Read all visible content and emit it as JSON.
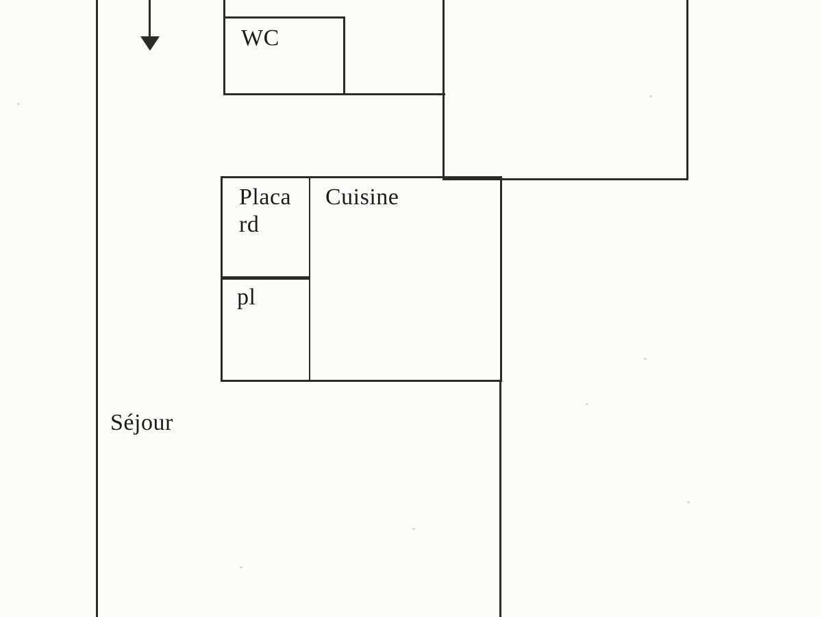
{
  "plan": {
    "background_color": "#fcfcfb",
    "wall_color": "#2b2a28",
    "text_color": "#1e1c1b",
    "entrance_arrow_icon": "down-arrow",
    "rooms": {
      "wc": {
        "label": "WC"
      },
      "placard": {
        "label": "Placa\nrd"
      },
      "cuisine": {
        "label": "Cuisine"
      },
      "pl": {
        "label": "pl"
      },
      "sejour": {
        "label": "Séjour"
      }
    }
  }
}
